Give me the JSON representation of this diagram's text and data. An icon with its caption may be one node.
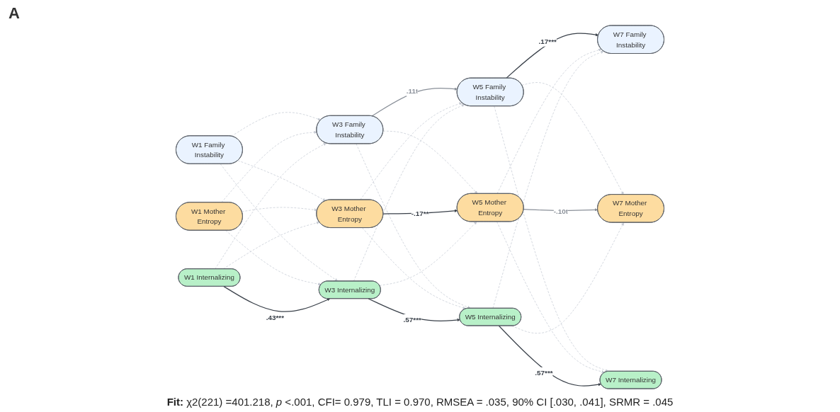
{
  "diagram": {
    "title": "A",
    "caption": "**Fit:** χ2(221) =401.218, *p* <.001, CFI= 0.979, TLI = 0.970, RMSEA = .035, 90% CI [.030, .041], SRMR = .045",
    "nodes": [
      {
        "text": [
          "W1 Family Instability"
        ]
      },
      {
        "text": [
          "W3 Family Instability"
        ]
      },
      {
        "text": [
          "W5 Family Instability"
        ]
      },
      {
        "text": [
          "W7 Family Instability"
        ]
      },
      {
        "text": [
          "W1 Mother Entropy"
        ]
      },
      {
        "text": [
          "W3 Mother Entropy"
        ]
      },
      {
        "text": [
          "W5 Mother Entropy"
        ]
      },
      {
        "text": [
          "W7 Mother Entropy"
        ]
      },
      {
        "text": [
          "W1 Internalizing"
        ]
      },
      {
        "text": [
          "W3 Internalizing"
        ]
      },
      {
        "text": [
          "W5 Internalizing"
        ]
      },
      {
        "text": [
          "W7 Internalizing"
        ]
      }
    ],
    "edges": [
      {
        "from": 0,
        "to": 1,
        "arrow": "to",
        "style": "dashed"
      },
      {
        "from": 0,
        "to": 5,
        "arrow": "to",
        "style": "dashed"
      },
      {
        "from": 0,
        "to": 9,
        "arrow": "to",
        "style": "dashed"
      },
      {
        "from": 4,
        "to": 1,
        "arrow": "to",
        "style": "dashed"
      },
      {
        "from": 4,
        "to": 5,
        "arrow": "to",
        "style": "dashed"
      },
      {
        "from": 4,
        "to": 9,
        "arrow": "to",
        "style": "dashed"
      },
      {
        "from": 8,
        "to": 1,
        "arrow": "to",
        "style": "dashed"
      },
      {
        "from": 8,
        "to": 5,
        "arrow": "to",
        "style": "dashed"
      },
      {
        "from": 8,
        "to": 9,
        "arrow": "to",
        "label": ".43***",
        "color": "#3a414a"
      },
      {
        "from": 1,
        "to": 2,
        "arrow": "to",
        "label": ".11t",
        "color": "#8a9099"
      },
      {
        "from": 1,
        "to": 6,
        "arrow": "to",
        "style": "dashed"
      },
      {
        "from": 1,
        "to": 10,
        "arrow": "to",
        "style": "dashed"
      },
      {
        "from": 5,
        "to": 2,
        "arrow": "to",
        "style": "dashed"
      },
      {
        "from": 5,
        "to": 6,
        "arrow": "to",
        "label": "-.17**",
        "color": "#3a414a"
      },
      {
        "from": 5,
        "to": 10,
        "arrow": "to",
        "style": "dashed"
      },
      {
        "from": 9,
        "to": 2,
        "arrow": "to",
        "style": "dashed"
      },
      {
        "from": 9,
        "to": 6,
        "arrow": "to",
        "style": "dashed"
      },
      {
        "from": 9,
        "to": 10,
        "arrow": "to",
        "label": ".57***",
        "color": "#3a414a"
      },
      {
        "from": 2,
        "to": 3,
        "arrow": "to",
        "label": ".17***",
        "color": "#3a414a"
      },
      {
        "from": 2,
        "to": 7,
        "arrow": "to",
        "style": "dashed"
      },
      {
        "from": 2,
        "to": 11,
        "arrow": "to",
        "style": "dashed"
      },
      {
        "from": 6,
        "to": 3,
        "arrow": "to",
        "style": "dashed"
      },
      {
        "from": 6,
        "to": 7,
        "arrow": "to",
        "label": "-.10t",
        "color": "#8a9099"
      },
      {
        "from": 6,
        "to": 11,
        "arrow": "to",
        "style": "dashed"
      },
      {
        "from": 10,
        "to": 3,
        "arrow": "to",
        "style": "dashed"
      },
      {
        "from": 10,
        "to": 7,
        "arrow": "to",
        "style": "dashed"
      },
      {
        "from": 10,
        "to": 11,
        "arrow": "to",
        "label": ".57***",
        "color": "#3a414a"
      }
    ]
  }
}
